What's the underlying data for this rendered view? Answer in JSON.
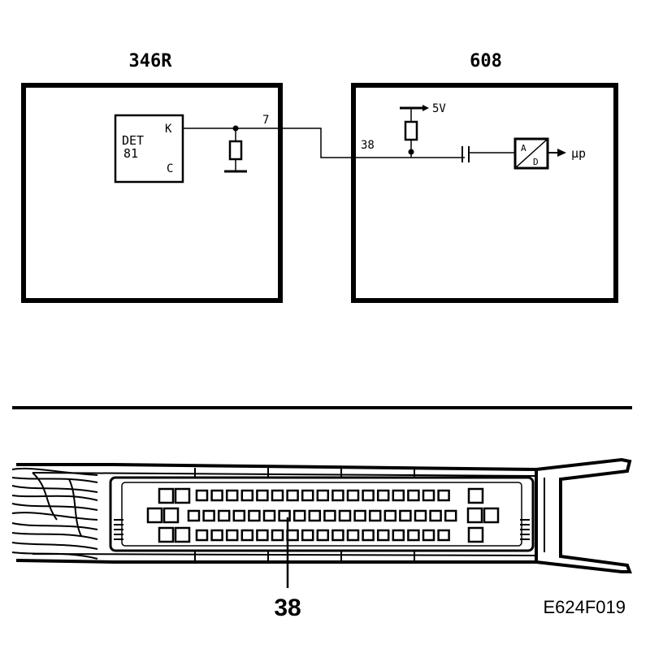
{
  "modules": {
    "left": {
      "title": "346R"
    },
    "right": {
      "title": "608"
    }
  },
  "detector": {
    "name_line1": "DET",
    "name_line2": "81",
    "pin_k": "K",
    "pin_c": "C"
  },
  "pins": {
    "left_pin": "7",
    "right_pin": "38"
  },
  "supply": {
    "label": "5V"
  },
  "converter": {
    "top": "A",
    "bottom": "D",
    "output": "μp"
  },
  "connector": {
    "pin_callout": "38"
  },
  "figure_code": "E624F019"
}
